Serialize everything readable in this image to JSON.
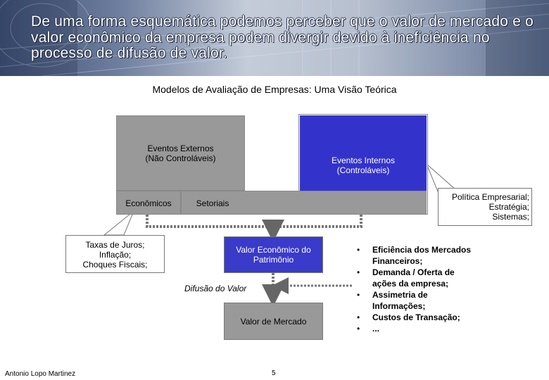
{
  "header": {
    "title": "De uma forma esquemática podemos perceber que o valor de mercado e o valor econômico da empresa podem divergir devido à ineficiência no processo de difusão de valor."
  },
  "subtitle": "Modelos de Avaliação de Empresas: Uma Visão Teórica",
  "diagram": {
    "external_events": "Eventos Externos\n(Não Controláveis)",
    "economic": "Econômicos",
    "sectoral": "Setoriais",
    "internal_events": "Eventos Internos\n(Controláveis)",
    "internal_callout": "Política Empresarial;\nEstratégia;\nSistemas;",
    "economic_callout": "Taxas de Juros;\nInflação;\nChoques Fiscais;",
    "economic_value": "Valor Econômico do\nPatrimônio",
    "value_diffusion": "Difusão do Valor",
    "market_value": "Valor de Mercado",
    "bullets": [
      "Eficiência dos Mercados Financeiros;",
      "Demanda / Oferta de ações da empresa;",
      "Assimetria de Informações;",
      "Custos de Transação;",
      "..."
    ]
  },
  "footer": {
    "author": "Antonio Lopo Martinez",
    "page": "5"
  },
  "colors": {
    "external_fill": "#999999",
    "internal_fill": "#3333cc",
    "economic_value_fill": "#3a3acb",
    "market_value_fill": "#999999"
  }
}
